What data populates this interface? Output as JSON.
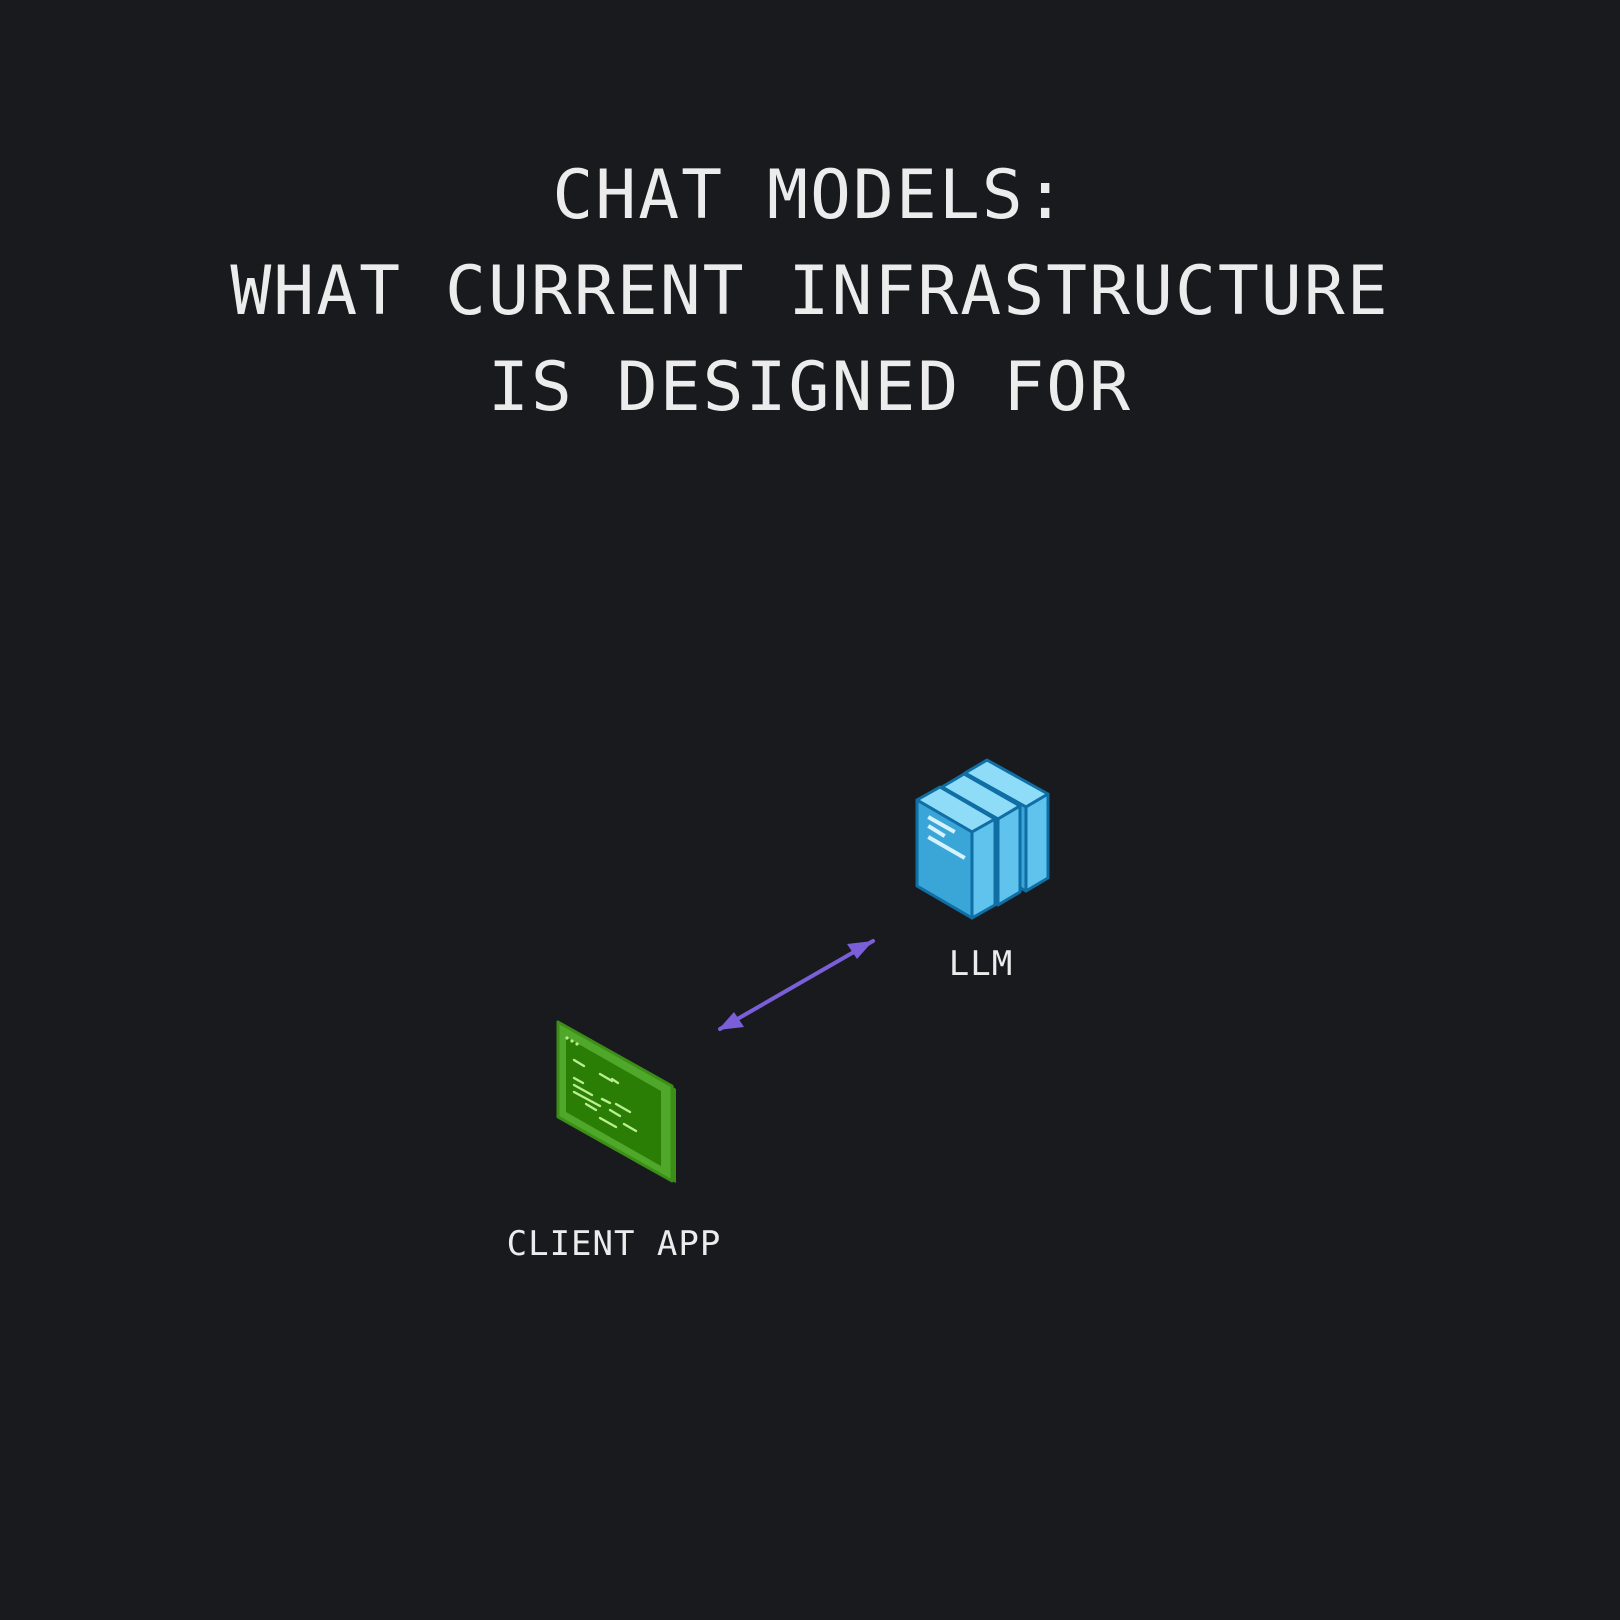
{
  "colors": {
    "background": "#191a1e",
    "text": "#ececec",
    "arrow": "#7b5fd9",
    "llm_front": "#3aa6d8",
    "llm_side": "#5fc3ee",
    "llm_top": "#8fdcf9",
    "llm_outline": "#0f6fa5",
    "client_frame": "#4fa82a",
    "client_screen": "#2a7d05",
    "client_outline": "#3b8f17",
    "client_code": "#b9ef8f"
  },
  "title": {
    "lines": [
      "CHAT MODELS:",
      "WHAT CURRENT INFRASTRUCTURE",
      "IS DESIGNED FOR"
    ]
  },
  "nodes": {
    "llm": {
      "label": "LLM",
      "icon": "server-rack-icon"
    },
    "client": {
      "label": "CLIENT APP",
      "icon": "code-window-icon"
    }
  },
  "edges": [
    {
      "from": "client",
      "to": "llm",
      "direction": "bidirectional"
    }
  ]
}
